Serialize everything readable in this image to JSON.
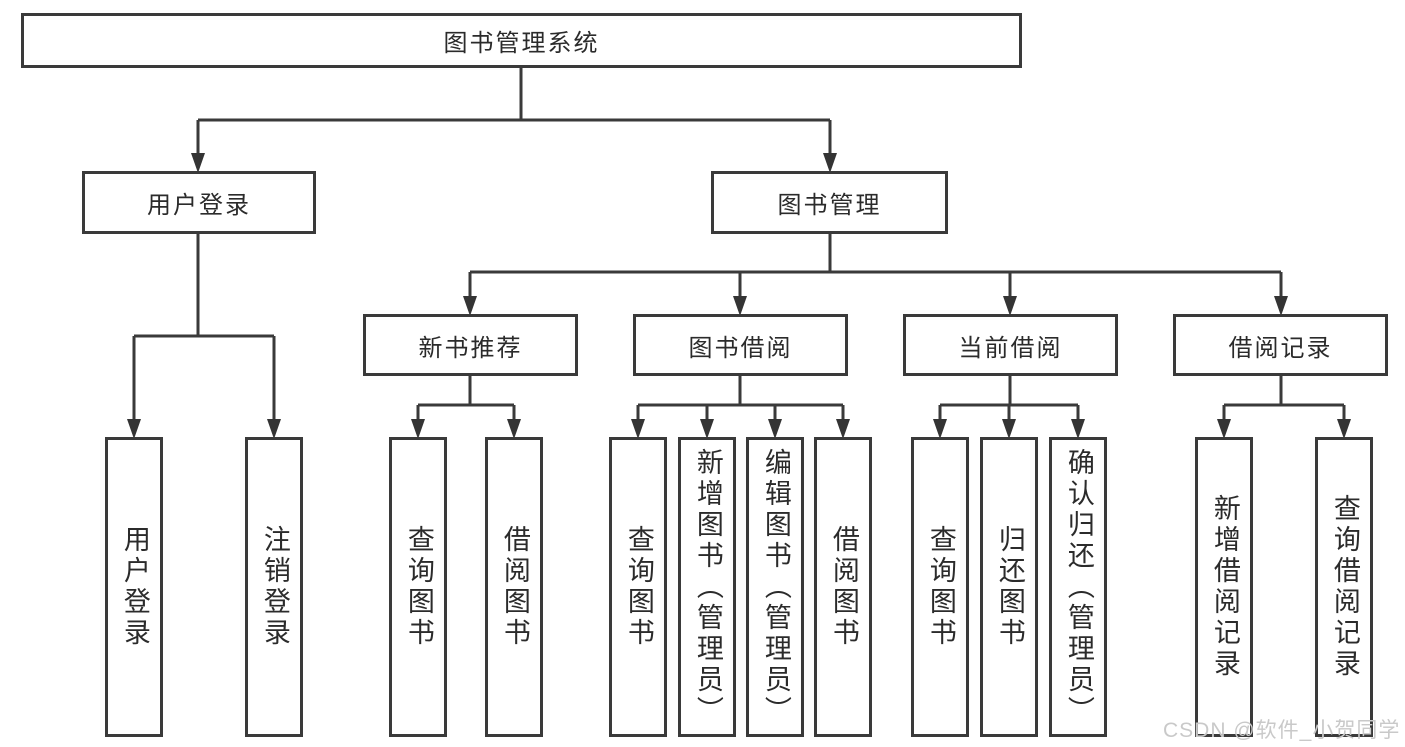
{
  "nodes": {
    "root": "图书管理系统",
    "user_login": "用户登录",
    "book_management": "图书管理",
    "new_book_recommend": "新书推荐",
    "book_borrowing": "图书借阅",
    "current_borrowing": "当前借阅",
    "borrowing_records": "借阅记录",
    "leaf_user_login": "用户登录",
    "leaf_logout": "注销登录",
    "leaf_query_books_recommend": "查询图书",
    "leaf_borrow_books_recommend": "借阅图书",
    "leaf_query_books_borrowing": "查询图书",
    "leaf_add_books_admin": "新增图书（管理员）",
    "leaf_edit_books_admin": "编辑图书（管理员）",
    "leaf_borrow_books_borrowing": "借阅图书",
    "leaf_query_books_current": "查询图书",
    "leaf_return_books": "归还图书",
    "leaf_confirm_return_admin": "确认归还（管理员）",
    "leaf_add_borrow_record": "新增借阅记录",
    "leaf_query_borrow_record": "查询借阅记录"
  },
  "hierarchy": {
    "图书管理系统": [
      "用户登录",
      "图书管理"
    ],
    "用户登录": [
      "用户登录",
      "注销登录"
    ],
    "图书管理": [
      "新书推荐",
      "图书借阅",
      "当前借阅",
      "借阅记录"
    ],
    "新书推荐": [
      "查询图书",
      "借阅图书"
    ],
    "图书借阅": [
      "查询图书",
      "新增图书（管理员）",
      "编辑图书（管理员）",
      "借阅图书"
    ],
    "当前借阅": [
      "查询图书",
      "归还图书",
      "确认归还（管理员）"
    ],
    "借阅记录": [
      "新增借阅记录",
      "查询借阅记录"
    ]
  },
  "watermark": "CSDN @软件_小贺同学",
  "colors": {
    "line": "#3a3a3a",
    "text": "#2b2b2b",
    "watermark": "#c9c9c9",
    "background": "#ffffff"
  }
}
